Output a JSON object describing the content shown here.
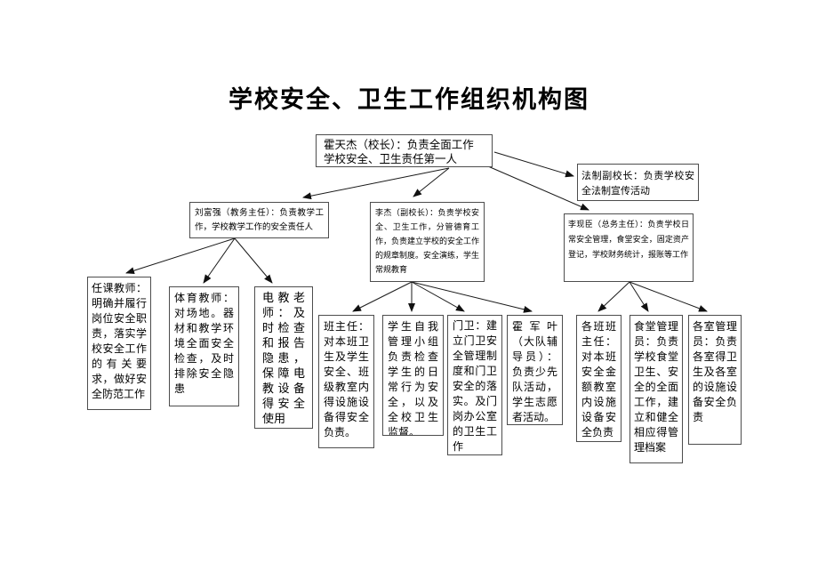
{
  "title": "学校安全、卫生工作组织机构图",
  "colors": {
    "border": "#4d4d4d",
    "line": "#1a1a1a",
    "text": "#000000",
    "background": "#ffffff"
  },
  "root": {
    "text": "霍天杰（校长）：负责全面工作\n学校安全、卫生责任第一人"
  },
  "legal": {
    "text": "法制副校长：负责学校安全法制宣传活动"
  },
  "branches": [
    {
      "text": "刘富强（教务主任）：负责教学工作，学校教学工作的安全责任人",
      "children": [
        {
          "text": "任课教师：明确并履行岗位安全职责，落实学校安全工作的有关要求，做好安全防范工作"
        },
        {
          "text": "体育教师：对场地。器材和教学环境全面安全检查，及时排除安全隐患"
        },
        {
          "text": "电教老师：及时检查和报告隐患，保障电教设备得安全使用"
        }
      ]
    },
    {
      "text": "李杰（副校长）：负责学校安全、卫生工作，分管德育工作，负责建立学校的安全工作的规章制度。安全演练，学生常规教育",
      "children": [
        {
          "text": "班主任：对本班卫生及学生安全、班级教室内得设施设备得安全负责。"
        },
        {
          "text": "学生自我管理小组负责检查学生的日常行为安全，以及全校卫生监督。"
        },
        {
          "text": "门卫：建立门卫安全管理制度和门卫安全的落实。及门岗办公室的卫生工作"
        },
        {
          "text": "霍军叶（大队辅导员）：负责少先队活动，学生志愿者活动。"
        }
      ]
    },
    {
      "text": "李现臣（总务主任）：负责学校日常安全管理，食堂安全，固定资产登记，学校财务统计，报账等工作",
      "children": [
        {
          "text": "各班班主任：对本班安全金额教室内设施设备安全负责"
        },
        {
          "text": "食堂管理员：负责学校食堂卫生、安全的全面工作，建立和健全相应得管理档案"
        },
        {
          "text": "各室管理员：负责各室得卫生及各室的设施设备安全负责"
        }
      ]
    }
  ]
}
